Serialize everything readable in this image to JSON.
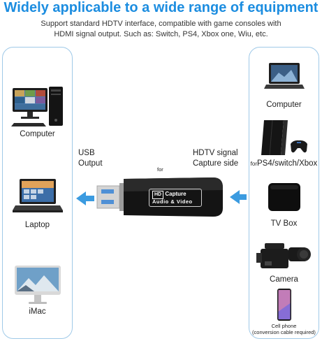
{
  "header": {
    "title": "Widely applicable to a wide range of equipment",
    "subtitle_line1": "Support standard HDTV interface, compatible with game consoles with",
    "subtitle_line2": "HDMI signal output. Such as: Switch, PS4, Xbox one, Wiu, etc."
  },
  "left_panel": {
    "items": [
      {
        "label": "Computer",
        "icon": "desktop-computer-icon"
      },
      {
        "label": "Laptop",
        "icon": "laptop-icon"
      },
      {
        "label": "iMac",
        "icon": "imac-icon"
      }
    ]
  },
  "right_panel": {
    "items": [
      {
        "label": "Computer",
        "icon": "laptop-icon"
      },
      {
        "label_prefix": "for",
        "label": "PS4/switch/Xbox",
        "icon": "game-console-icon"
      },
      {
        "label": "TV Box",
        "icon": "tv-box-icon"
      },
      {
        "label": "Camera",
        "icon": "camcorder-icon"
      },
      {
        "label": "Cell phone",
        "sublabel": "(conversion cable required)",
        "icon": "smartphone-icon"
      }
    ]
  },
  "middle": {
    "usb_line1": "USB",
    "usb_line2": "Output",
    "hdtv_line1": "HDTV signal",
    "hdtv_line2": "Capture side",
    "for_small": "for",
    "device_badge": "HD",
    "device_name": "Capture",
    "device_sub": "Audio & Video"
  },
  "colors": {
    "title": "#1c8de0",
    "arrow": "#3b9be0",
    "panel_border": "#9fc9e8"
  }
}
